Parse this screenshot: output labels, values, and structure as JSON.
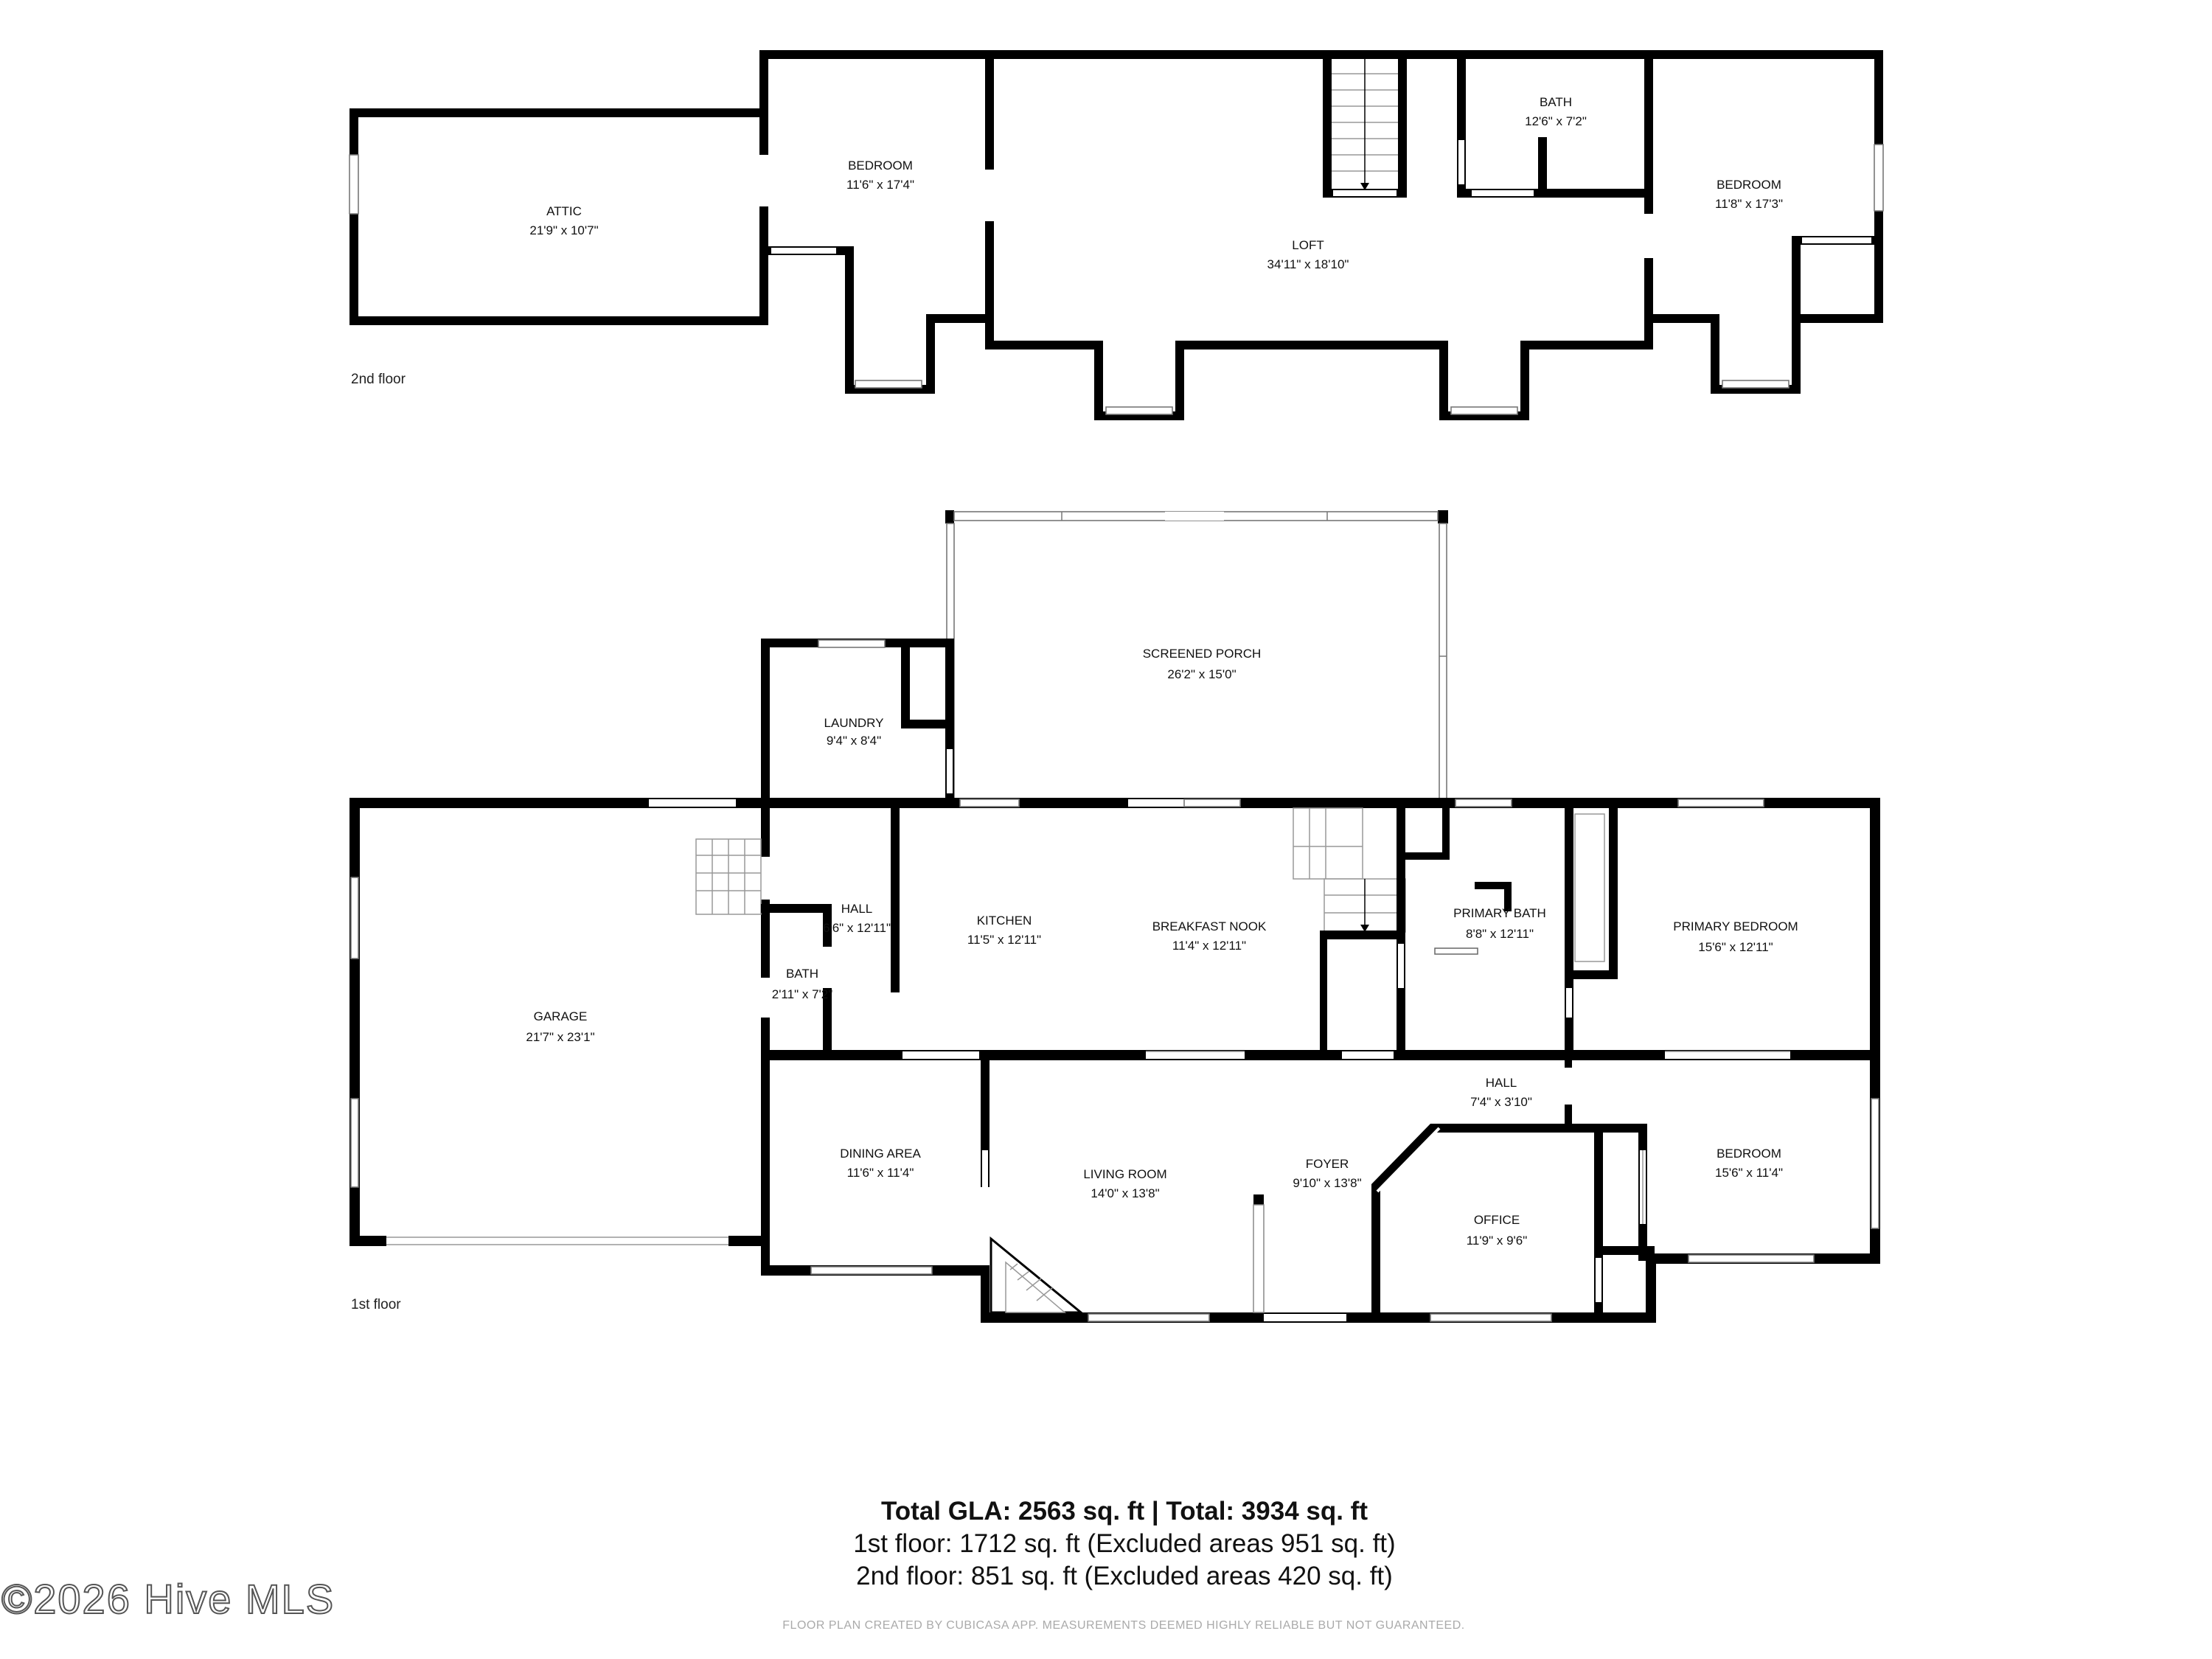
{
  "floors": {
    "second": {
      "label": "2nd floor",
      "rooms": {
        "attic": {
          "name": "ATTIC",
          "dims": "21'9\" x 10'7\""
        },
        "bedroom_west": {
          "name": "BEDROOM",
          "dims": "11'6\" x 17'4\""
        },
        "loft": {
          "name": "LOFT",
          "dims": "34'11\" x 18'10\""
        },
        "bath": {
          "name": "BATH",
          "dims": "12'6\" x 7'2\""
        },
        "bedroom_east": {
          "name": "BEDROOM",
          "dims": "11'8\" x 17'3\""
        }
      }
    },
    "first": {
      "label": "1st floor",
      "rooms": {
        "screened_porch": {
          "name": "SCREENED PORCH",
          "dims": "26'2\" x 15'0\""
        },
        "laundry": {
          "name": "LAUNDRY",
          "dims": "9'4\" x 8'4\""
        },
        "garage": {
          "name": "GARAGE",
          "dims": "21'7\" x 23'1\""
        },
        "hall_west": {
          "name": "HALL",
          "dims": "6'6\" x 12'11\""
        },
        "bath": {
          "name": "BATH",
          "dims": "2'11\" x 7'2\""
        },
        "kitchen": {
          "name": "KITCHEN",
          "dims": "11'5\" x 12'11\""
        },
        "breakfast_nook": {
          "name": "BREAKFAST NOOK",
          "dims": "11'4\" x 12'11\""
        },
        "primary_bath": {
          "name": "PRIMARY BATH",
          "dims": "8'8\" x 12'11\""
        },
        "primary_bedroom": {
          "name": "PRIMARY BEDROOM",
          "dims": "15'6\" x 12'11\""
        },
        "hall_east": {
          "name": "HALL",
          "dims": "7'4\" x 3'10\""
        },
        "dining_area": {
          "name": "DINING AREA",
          "dims": "11'6\" x 11'4\""
        },
        "living_room": {
          "name": "LIVING ROOM",
          "dims": "14'0\" x 13'8\""
        },
        "foyer": {
          "name": "FOYER",
          "dims": "9'10\" x 13'8\""
        },
        "office": {
          "name": "OFFICE",
          "dims": "11'9\" x 9'6\""
        },
        "bedroom": {
          "name": "BEDROOM",
          "dims": "15'6\" x 11'4\""
        }
      }
    }
  },
  "summary": {
    "total": "Total GLA: 2563 sq. ft | Total: 3934 sq. ft",
    "first_floor": "1st floor: 1712 sq. ft (Excluded areas 951 sq. ft)",
    "second_floor": "2nd floor: 851 sq. ft (Excluded areas 420 sq. ft)"
  },
  "watermark": "©2026 Hive MLS",
  "disclaimer": "FLOOR PLAN CREATED BY CUBICASA APP. MEASUREMENTS DEEMED HIGHLY RELIABLE BUT NOT GUARANTEED."
}
